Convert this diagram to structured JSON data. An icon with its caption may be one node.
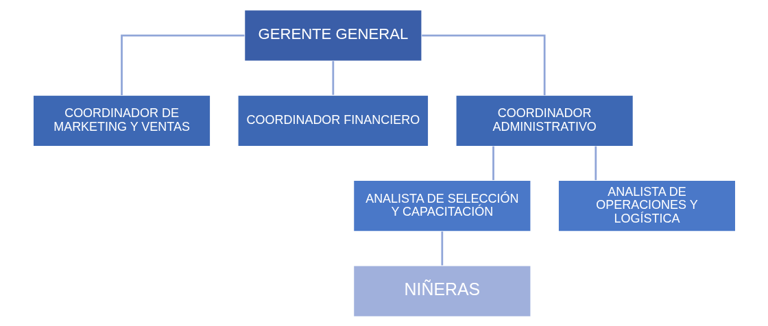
{
  "diagram": {
    "nodes": [
      {
        "text": [
          "GERENTE GENERAL"
        ]
      },
      {
        "text": [
          "COORDINADOR DE MARKETING Y VENTAS"
        ]
      },
      {
        "text": [
          "COORDINADOR FINANCIERO"
        ]
      },
      {
        "text": [
          "COORDINADOR ADMINISTRATIVO"
        ]
      },
      {
        "text": [
          "ANALISTA DE SELECCIÓN Y CAPACITACIÓN"
        ]
      },
      {
        "text": [
          "ANALISTA DE OPERACIONES Y LOGÍSTICA"
        ]
      },
      {
        "text": [
          "NIÑERAS"
        ]
      }
    ],
    "edges": [
      {
        "from": 0,
        "to": 1,
        "arrow": "none"
      },
      {
        "from": 0,
        "to": 2,
        "arrow": "none"
      },
      {
        "from": 0,
        "to": 3,
        "arrow": "none"
      },
      {
        "from": 3,
        "to": 4,
        "arrow": "none"
      },
      {
        "from": 3,
        "to": 5,
        "arrow": "none"
      },
      {
        "from": 4,
        "to": 6,
        "arrow": "none"
      }
    ]
  }
}
